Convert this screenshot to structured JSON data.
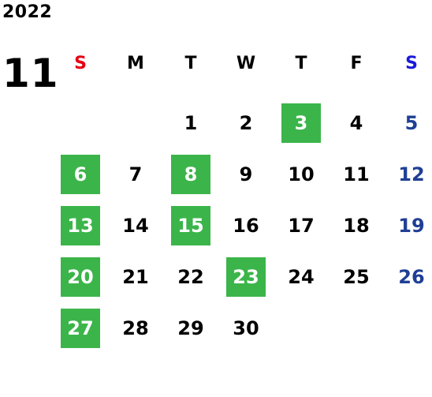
{
  "calendar": {
    "year": "2022",
    "month": "11",
    "weekdays": [
      {
        "label": "S",
        "color": "#e60012"
      },
      {
        "label": "M",
        "color": "#000000"
      },
      {
        "label": "T",
        "color": "#000000"
      },
      {
        "label": "W",
        "color": "#000000"
      },
      {
        "label": "T",
        "color": "#000000"
      },
      {
        "label": "F",
        "color": "#000000"
      },
      {
        "label": "S",
        "color": "#1a1adb"
      }
    ],
    "colors": {
      "holiday_bg": "#3bb54a",
      "holiday_text": "#ffffff",
      "saturday_text": "#1f3f95",
      "weekday_text": "#000000"
    },
    "weeks": [
      [
        {
          "day": "",
          "highlight": false
        },
        {
          "day": "",
          "highlight": false
        },
        {
          "day": "1",
          "highlight": false
        },
        {
          "day": "2",
          "highlight": false
        },
        {
          "day": "3",
          "highlight": true
        },
        {
          "day": "4",
          "highlight": false
        },
        {
          "day": "5",
          "highlight": false
        }
      ],
      [
        {
          "day": "6",
          "highlight": true
        },
        {
          "day": "7",
          "highlight": false
        },
        {
          "day": "8",
          "highlight": true
        },
        {
          "day": "9",
          "highlight": false
        },
        {
          "day": "10",
          "highlight": false
        },
        {
          "day": "11",
          "highlight": false
        },
        {
          "day": "12",
          "highlight": false
        }
      ],
      [
        {
          "day": "13",
          "highlight": true
        },
        {
          "day": "14",
          "highlight": false
        },
        {
          "day": "15",
          "highlight": true
        },
        {
          "day": "16",
          "highlight": false
        },
        {
          "day": "17",
          "highlight": false
        },
        {
          "day": "18",
          "highlight": false
        },
        {
          "day": "19",
          "highlight": false
        }
      ],
      [
        {
          "day": "20",
          "highlight": true
        },
        {
          "day": "21",
          "highlight": false
        },
        {
          "day": "22",
          "highlight": false
        },
        {
          "day": "23",
          "highlight": true
        },
        {
          "day": "24",
          "highlight": false
        },
        {
          "day": "25",
          "highlight": false
        },
        {
          "day": "26",
          "highlight": false
        }
      ],
      [
        {
          "day": "27",
          "highlight": true
        },
        {
          "day": "28",
          "highlight": false
        },
        {
          "day": "29",
          "highlight": false
        },
        {
          "day": "30",
          "highlight": false
        },
        {
          "day": "",
          "highlight": false
        },
        {
          "day": "",
          "highlight": false
        },
        {
          "day": "",
          "highlight": false
        }
      ]
    ]
  }
}
